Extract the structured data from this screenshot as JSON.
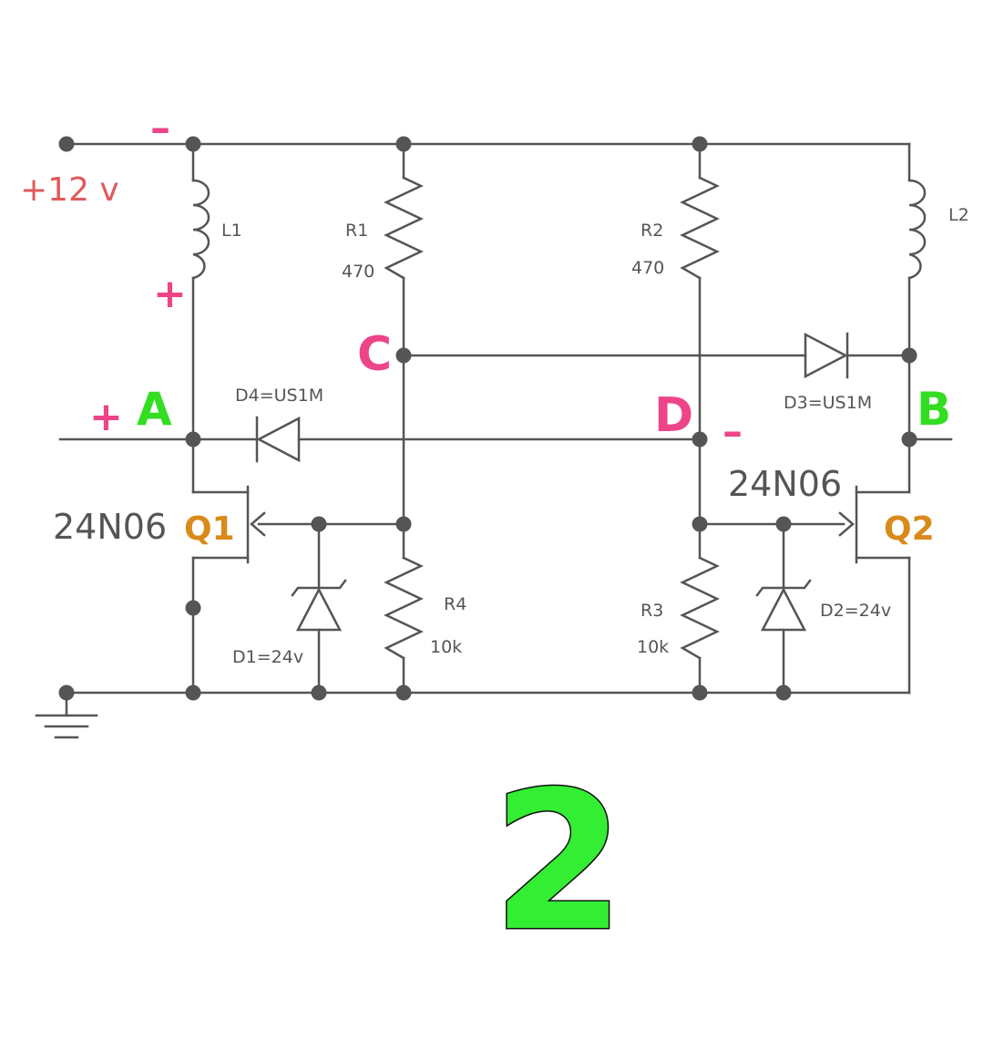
{
  "colors": {
    "wire": "#555555",
    "supply_label": "#e05a5a",
    "polarity": "#ee4488",
    "node_label_pink": "#ee4488",
    "node_label_green": "#33dd22",
    "transistor_label": "#d98a1a",
    "big_number": "#33ee33"
  },
  "supply": {
    "label": "+12 v"
  },
  "polarity": {
    "top_minus": "–",
    "l1_plus": "+",
    "a_plus": "+",
    "d_minus": "–"
  },
  "nodes": {
    "A": "A",
    "B": "B",
    "C": "C",
    "D": "D"
  },
  "components": {
    "L1": "L1",
    "L2": "L2",
    "R1": {
      "name": "R1",
      "value": "470"
    },
    "R2": {
      "name": "R2",
      "value": "470"
    },
    "R3": {
      "name": "R3",
      "value": "10k"
    },
    "R4": {
      "name": "R4",
      "value": "10k"
    },
    "D1": "D1=24v",
    "D2": "D2=24v",
    "D3": "D3=US1M",
    "D4": "D4=US1M",
    "Q1": {
      "name": "Q1",
      "part": "24N06"
    },
    "Q2": {
      "name": "Q2",
      "part": "24N06"
    }
  },
  "caption": {
    "number": "2"
  }
}
